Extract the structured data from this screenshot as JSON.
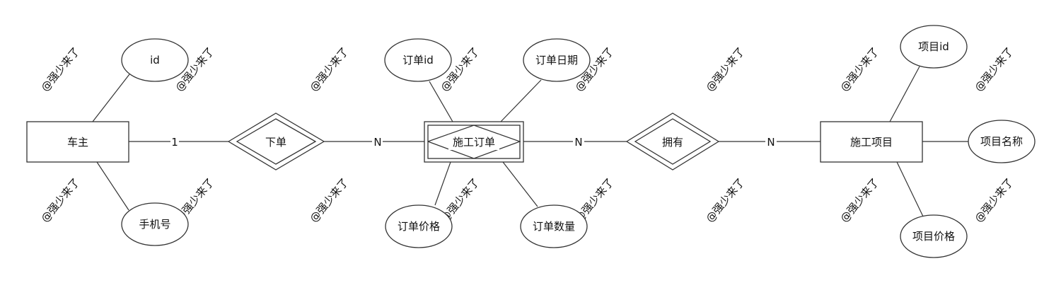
{
  "entities": {
    "owner": "车主",
    "order": "施工订单",
    "project": "施工项目"
  },
  "relationships": {
    "places_order": "下单",
    "has": "拥有"
  },
  "attributes": {
    "owner_id": "id",
    "owner_phone": "手机号",
    "order_id": "订单id",
    "order_date": "订单日期",
    "order_price": "订单价格",
    "order_quantity": "订单数量",
    "project_id": "项目id",
    "project_name": "项目名称",
    "project_price": "项目价格"
  },
  "cardinality": {
    "owner_side": "1",
    "order_side_1": "N",
    "order_side_2": "N",
    "project_side": "N"
  },
  "watermark": "@强少来了",
  "colors": {
    "stroke": "#333333",
    "watermark": "#d9d9d9"
  }
}
